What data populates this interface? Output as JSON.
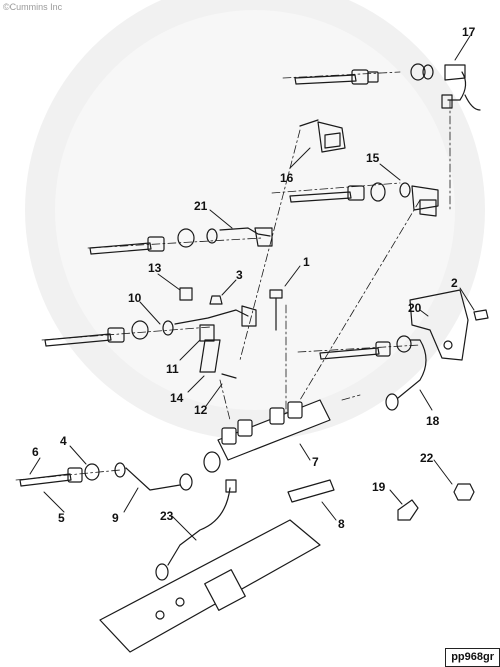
{
  "copyright": "©Cummins Inc",
  "figure_id": "pp968gr",
  "callouts": [
    "1",
    "2",
    "3",
    "4",
    "5",
    "6",
    "7",
    "8",
    "9",
    "10",
    "11",
    "12",
    "13",
    "14",
    "15",
    "16",
    "17",
    "18",
    "19",
    "20",
    "21",
    "22",
    "23"
  ],
  "colors": {
    "line": "#1a1a1a",
    "watermark": "#f0f0f0",
    "fill": "#ffffff"
  }
}
